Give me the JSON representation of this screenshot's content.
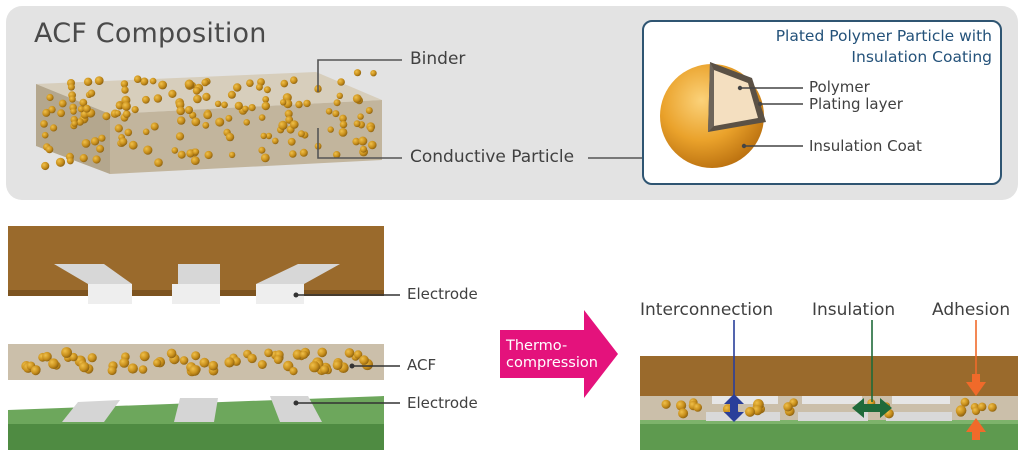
{
  "header": {
    "title": "ACF Composition"
  },
  "composition_labels": {
    "binder": "Binder",
    "conductive_particle": "Conductive Particle"
  },
  "inset": {
    "title_line1": "Plated Polymer Particle with",
    "title_line2": "Insulation Coating",
    "polymer": "Polymer",
    "plating_layer": "Plating layer",
    "insulation_coat": "Insulation Coat"
  },
  "stack_labels": {
    "electrode_top": "Electrode",
    "acf": "ACF",
    "electrode_bottom": "Electrode"
  },
  "process": {
    "line1": "Thermo-",
    "line2": "compression"
  },
  "result_labels": {
    "interconnection": "Interconnection",
    "insulation": "Insulation",
    "adhesion": "Adhesion"
  },
  "colors": {
    "panel_bg": "#e3e3e3",
    "binder": "#cbbfaa",
    "particle": "#c8901c",
    "substrate_top": "#9a6a2c",
    "substrate_bottom": "#5e9a4f",
    "electrode": "#e8e8e8",
    "arrow": "#e4127c",
    "interconnection_arrow": "#2a3f9a",
    "insulation_arrow": "#1f6a3a",
    "adhesion_arrow": "#f06a2a",
    "inset_border": "#2f5572"
  }
}
